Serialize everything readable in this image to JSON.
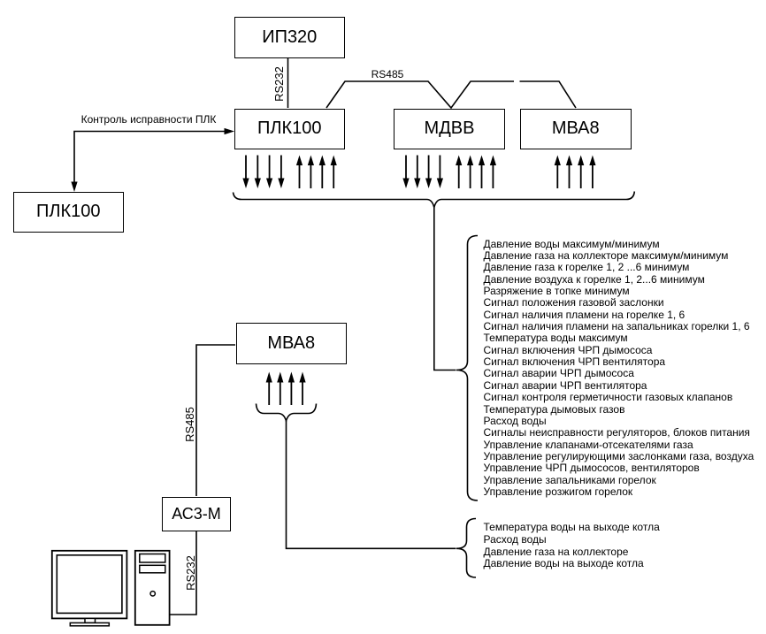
{
  "diagram": {
    "boxes": {
      "ip320": "ИП320",
      "plc100_top": "ПЛК100",
      "mdvv": "МДВВ",
      "mva8_bus": "МВА8",
      "plc100_backup": "ПЛК100",
      "mva8_archive": "МВА8",
      "as3m": "АС3-М"
    },
    "link_labels": {
      "rs232_panel": "RS232",
      "rs485_bus": "RS485",
      "rs485_archive": "RS485",
      "rs232_pc": "RS232",
      "plc_watchdog": "Контроль исправности ПЛК"
    },
    "signals_io": {
      "items": [
        "Давление воды максимум/минимум",
        "Давление газа на коллекторе максимум/минимум",
        "Давление газа к горелке 1, 2 ...6 минимум",
        "Давление воздуха к горелке 1, 2...6 минимум",
        "Разряжение в топке минимум",
        "Сигнал положения газовой заслонки",
        "Сигнал наличия пламени на горелке 1, 6",
        "Сигнал наличия пламени на запальниках горелки 1, 6",
        "Температура воды максимум",
        "Сигнал включения ЧРП дымососа",
        "Сигнал включения ЧРП вентилятора",
        "Сигнал аварии ЧРП дымососа",
        "Сигнал аварии ЧРП вентилятора",
        "Сигнал контроля герметичности газовых клапанов",
        "Температура дымовых газов",
        "Расход воды",
        "Сигналы неисправности регуляторов, блоков питания",
        "Управление клапанами-отсекателями газа",
        "Управление регулирующими заслонками газа, воздуха",
        "Управление ЧРП дымососов, вентиляторов",
        "Управление запальниками горелок",
        "Управление розжигом горелок"
      ]
    },
    "signals_archive": {
      "items": [
        "Температура воды на выходе котла",
        "Расход воды",
        "Давление газа на коллекторе",
        "Давление воды на выходе котла"
      ]
    }
  }
}
